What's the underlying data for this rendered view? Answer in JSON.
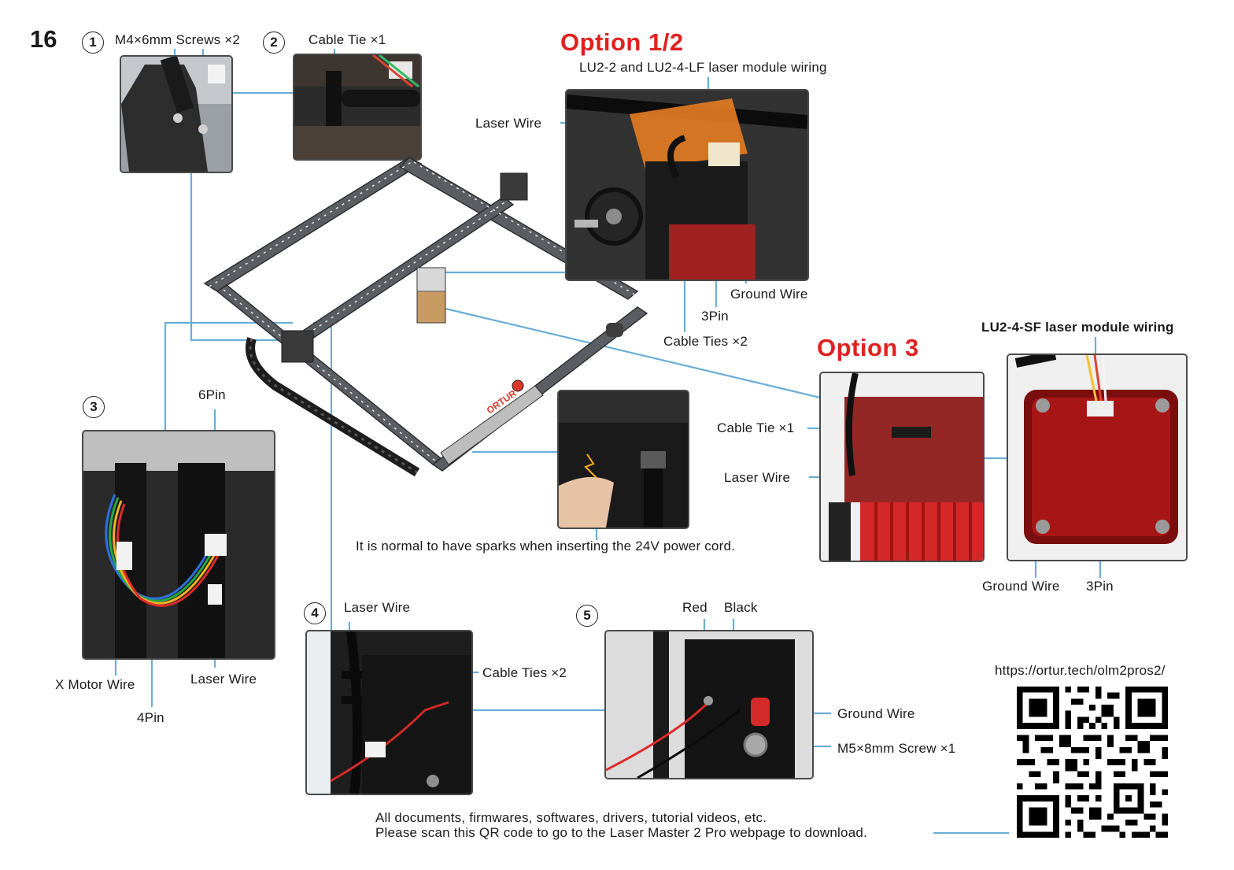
{
  "page_number": "16",
  "steps": {
    "s1": {
      "num": "1",
      "label": "M4×6mm Screws ×2"
    },
    "s2": {
      "num": "2",
      "label": "Cable Tie ×1"
    },
    "s3": {
      "num": "3",
      "label_6pin": "6Pin",
      "label_x_motor": "X Motor Wire",
      "label_4pin": "4Pin",
      "label_laser": "Laser Wire"
    },
    "s4": {
      "num": "4",
      "label_laser": "Laser Wire",
      "label_ties": "Cable Ties ×2"
    },
    "s5": {
      "num": "5",
      "label_red": "Red",
      "label_black": "Black",
      "label_ground": "Ground Wire",
      "label_screw": "M5×8mm Screw ×1"
    }
  },
  "option12": {
    "title": "Option 1/2",
    "subtitle": "LU2-2 and LU2-4-LF laser module wiring",
    "laser_wire": "Laser Wire",
    "ground_wire": "Ground Wire",
    "pin3": "3Pin",
    "cable_ties": "Cable Ties ×2"
  },
  "option3": {
    "title": "Option 3",
    "subtitle": "LU2-4-SF laser module wiring",
    "cable_tie": "Cable Tie ×1",
    "laser_wire": "Laser Wire",
    "ground_wire": "Ground Wire",
    "pin3": "3Pin"
  },
  "power_note": "It is normal to have sparks when inserting the 24V power cord.",
  "brand_on_device": "ORTUR",
  "download": {
    "url": "https://ortur.tech/olm2pros2/",
    "line1": "All documents, firmwares, softwares, drivers, tutorial videos, etc.",
    "line2": "Please scan this QR code to go to the Laser Master 2 Pro webpage to download."
  },
  "colors": {
    "accent_red": "#e0211d",
    "leader_line": "#6aaed6"
  }
}
